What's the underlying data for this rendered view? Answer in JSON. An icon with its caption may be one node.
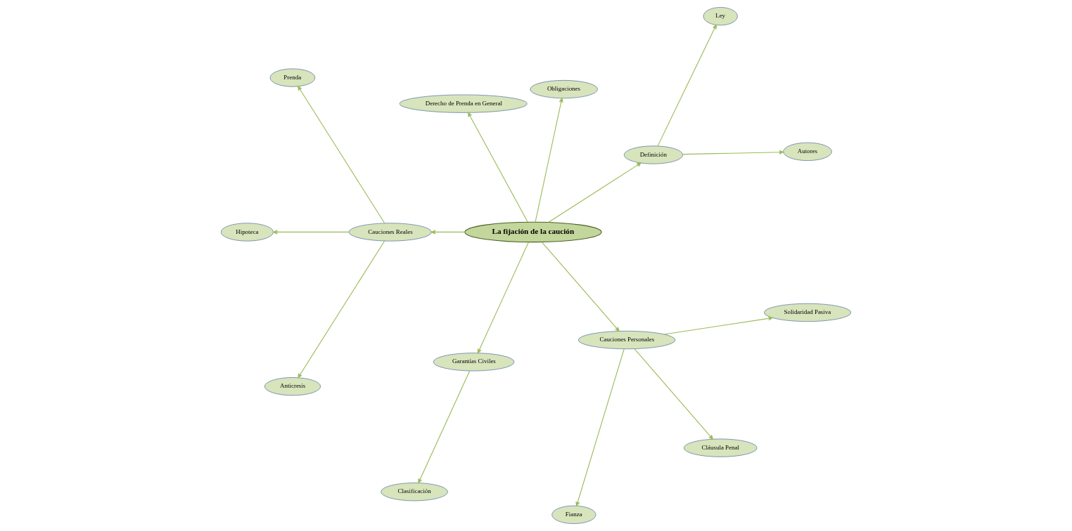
{
  "diagram": {
    "nodes": [
      {
        "text": [
          "La fijación de la caución"
        ]
      },
      {
        "text": [
          "Definición"
        ]
      },
      {
        "text": [
          "Autores"
        ]
      },
      {
        "text": [
          "Ley"
        ]
      },
      {
        "text": [
          "Obligaciones"
        ]
      },
      {
        "text": [
          "Derecho de Prenda en General"
        ]
      },
      {
        "text": [
          "Cauciones Reales"
        ]
      },
      {
        "text": [
          "Prenda"
        ]
      },
      {
        "text": [
          "Hipoteca"
        ]
      },
      {
        "text": [
          "Anticresis"
        ]
      },
      {
        "text": [
          "Garantías Civiles"
        ]
      },
      {
        "text": [
          "Clasificación"
        ]
      },
      {
        "text": [
          "Cauciones Personales"
        ]
      },
      {
        "text": [
          "Fianza"
        ]
      },
      {
        "text": [
          "Cláusula Penal"
        ]
      },
      {
        "text": [
          "Solidaridad Pasiva"
        ]
      }
    ],
    "edges": [
      {
        "from": 0,
        "to": 1,
        "arrow": "to"
      },
      {
        "from": 0,
        "to": 4,
        "arrow": "to"
      },
      {
        "from": 1,
        "to": 2,
        "arrow": "to"
      },
      {
        "from": 1,
        "to": 3,
        "arrow": "to"
      },
      {
        "from": 0,
        "to": 5,
        "arrow": "to"
      },
      {
        "from": 0,
        "to": 6,
        "arrow": "to"
      },
      {
        "from": 6,
        "to": 7,
        "arrow": "to"
      },
      {
        "from": 6,
        "to": 8,
        "arrow": "to"
      },
      {
        "from": 6,
        "to": 9,
        "arrow": "to"
      },
      {
        "from": 0,
        "to": 10,
        "arrow": "to"
      },
      {
        "from": 10,
        "to": 11,
        "arrow": "to"
      },
      {
        "from": 0,
        "to": 12,
        "arrow": "to"
      },
      {
        "from": 12,
        "to": 13,
        "arrow": "to"
      },
      {
        "from": 12,
        "to": 14,
        "arrow": "to"
      },
      {
        "from": 12,
        "to": 15,
        "arrow": "to"
      }
    ]
  }
}
